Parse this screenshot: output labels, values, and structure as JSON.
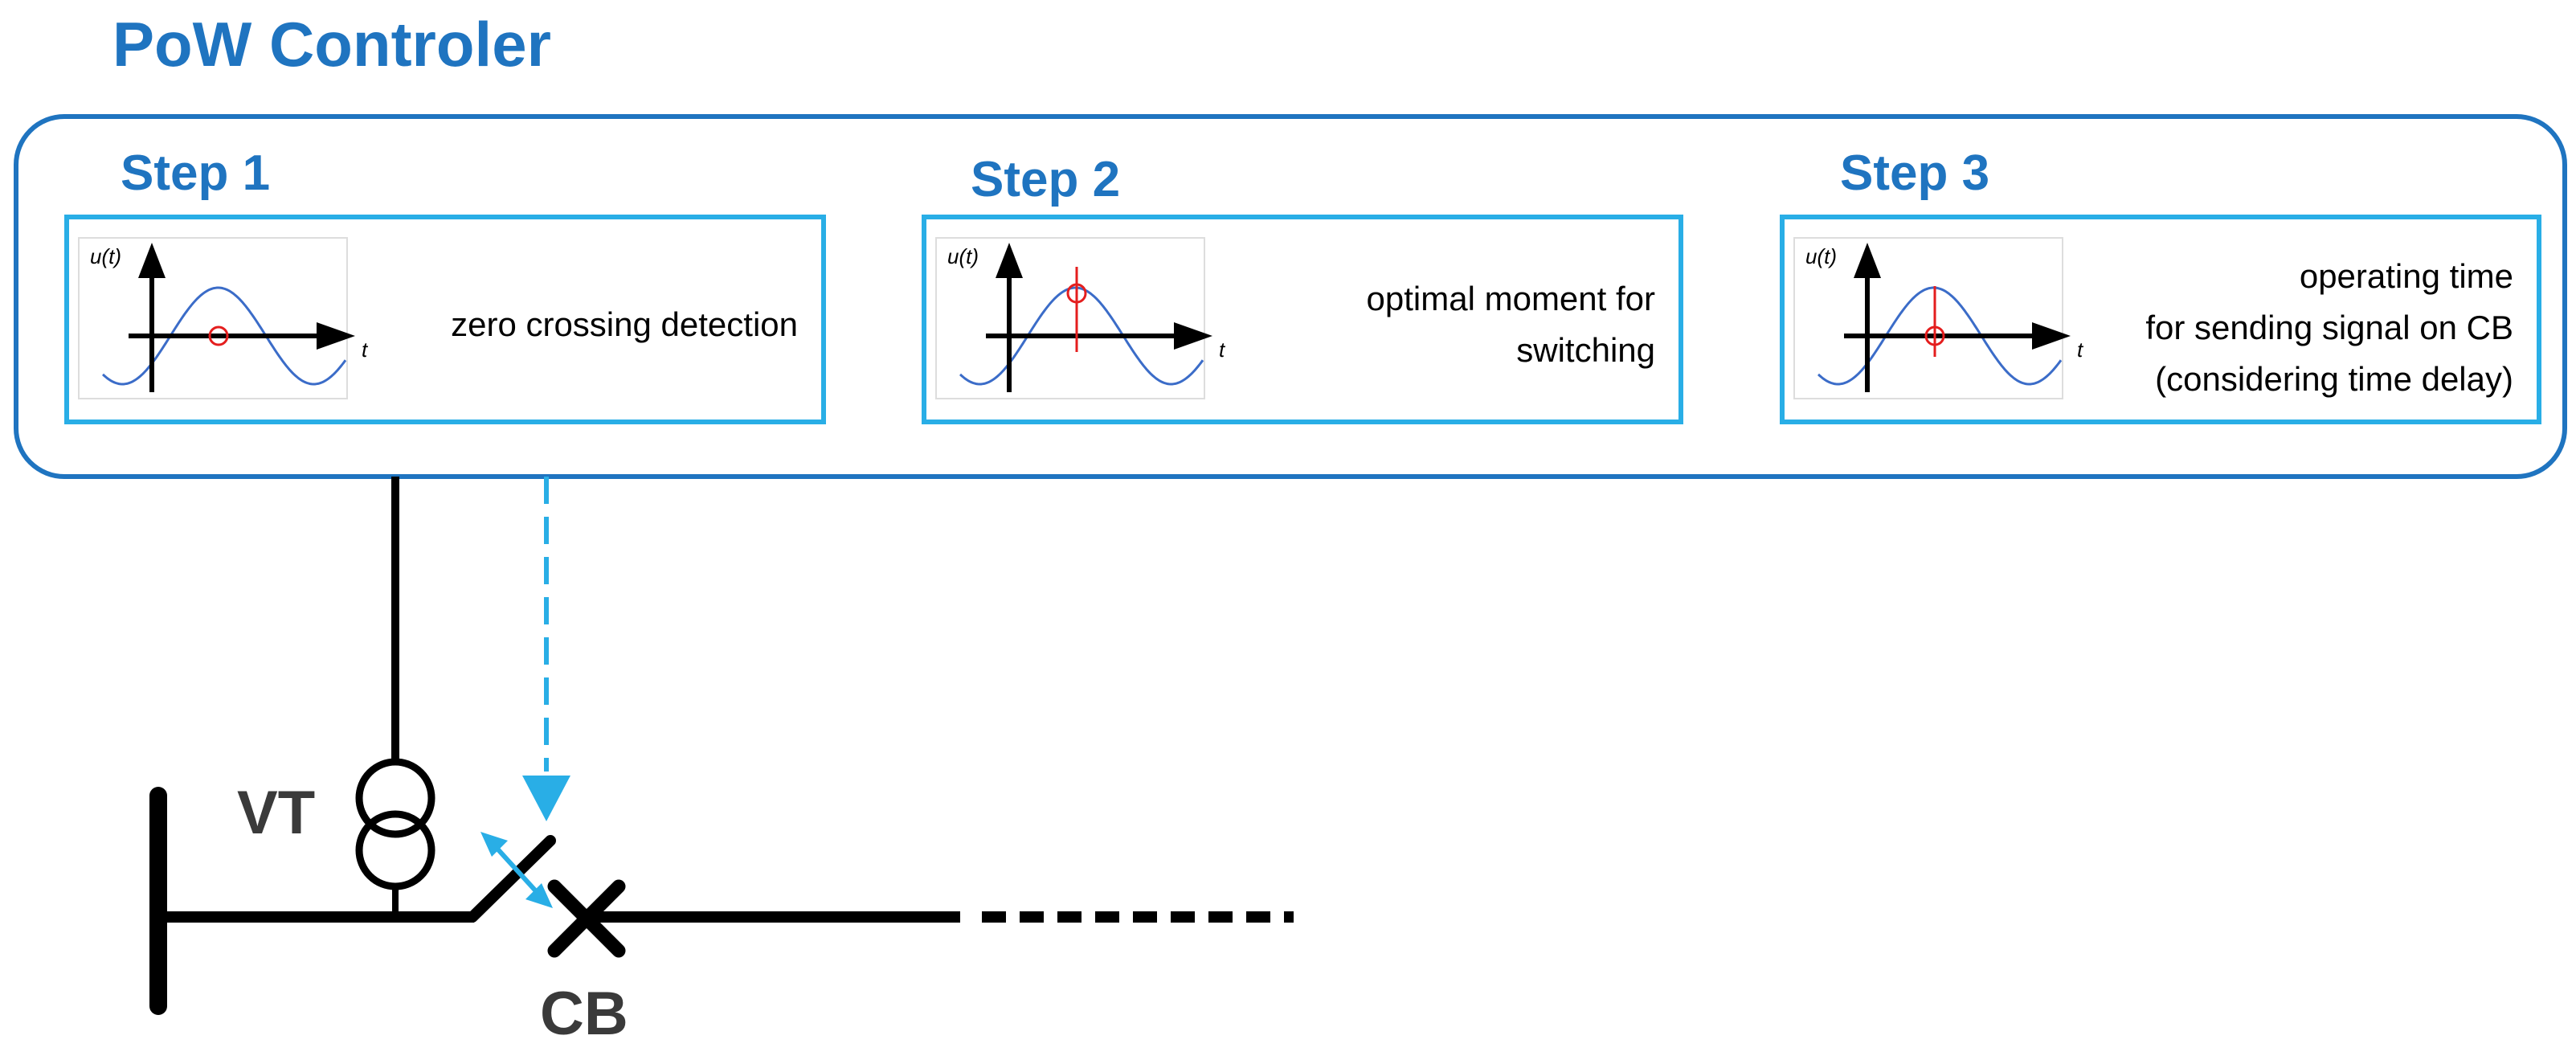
{
  "controller": {
    "title": "PoW Controler"
  },
  "steps": [
    {
      "label": "Step 1",
      "desc_lines": [
        "zero crossing detection"
      ],
      "axis_y": "u(t)",
      "axis_x": "t",
      "marker": "zero-crossing"
    },
    {
      "label": "Step 2",
      "desc_lines": [
        "optimal moment for",
        "switching"
      ],
      "axis_y": "u(t)",
      "axis_x": "t",
      "marker": "peak"
    },
    {
      "label": "Step 3",
      "desc_lines": [
        "operating time",
        "for sending signal on CB",
        "(considering time delay)"
      ],
      "axis_y": "u(t)",
      "axis_x": "t",
      "marker": "delayed"
    }
  ],
  "labels": {
    "vt": "VT",
    "cb": "CB"
  },
  "colors": {
    "title": "#1f74c0",
    "frame": "#1f74c0",
    "step_box": "#29aee6",
    "signal": "#29aee6",
    "wave": "#3b6cc8",
    "marker": "#e41e1e"
  }
}
